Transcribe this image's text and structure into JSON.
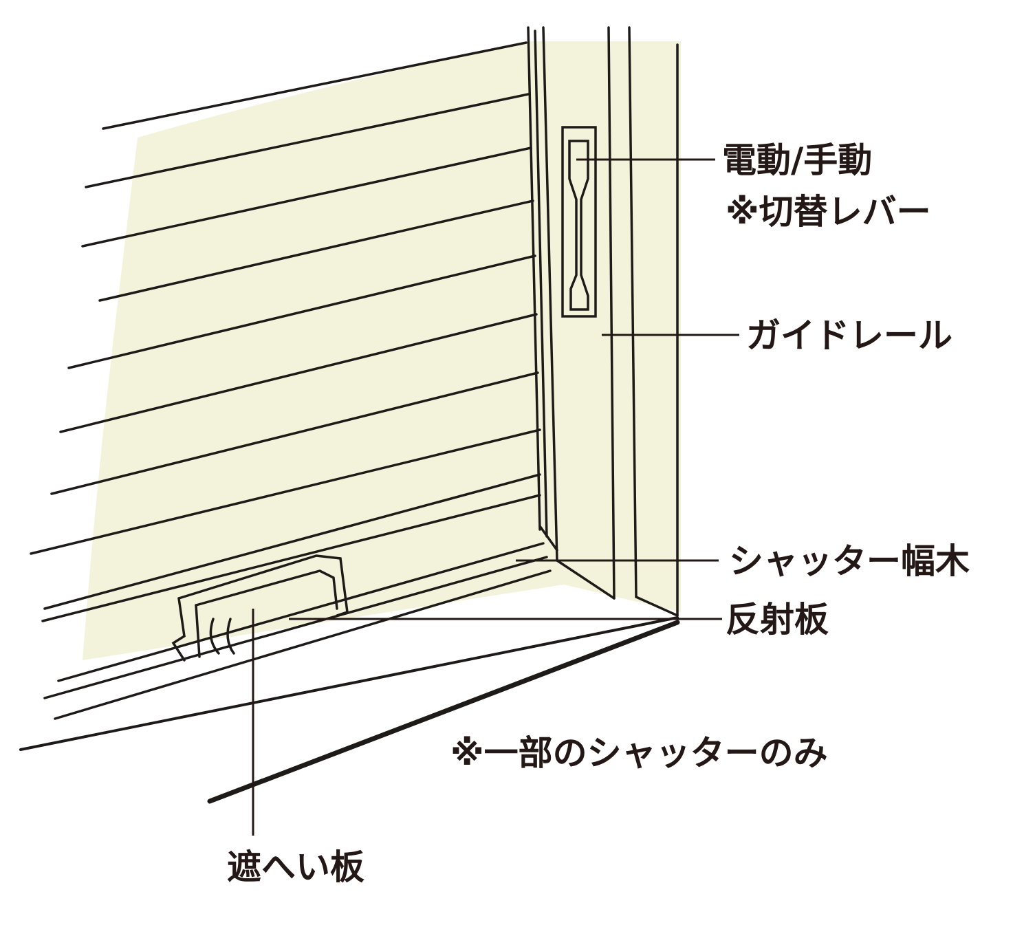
{
  "labels": {
    "lever_line1": "電動/手動",
    "lever_line2": "※切替レバー",
    "guide_rail": "ガイドレール",
    "baseboard": "シャッター幅木",
    "reflector": "反射板",
    "note": "※一部のシャッターのみ",
    "shield": "遮へい板"
  },
  "colors": {
    "tint": "#f1f1d6",
    "ink": "#231815"
  }
}
